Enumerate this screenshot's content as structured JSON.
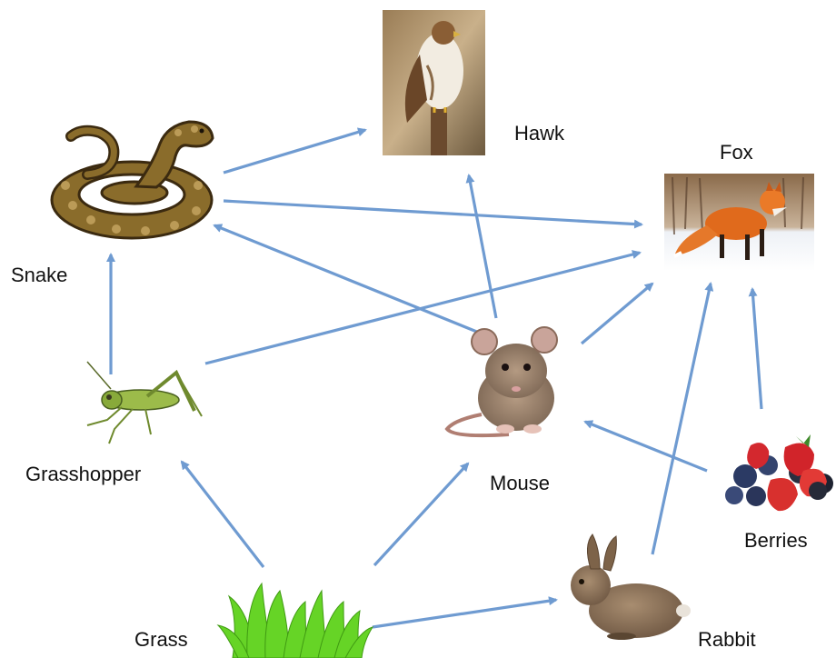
{
  "arrow_color": "#6f9bd1",
  "organisms": {
    "hawk": {
      "label": "Hawk",
      "icon": "hawk-icon"
    },
    "fox": {
      "label": "Fox",
      "icon": "fox-icon"
    },
    "snake": {
      "label": "Snake",
      "icon": "snake-icon"
    },
    "grasshopper": {
      "label": "Grasshopper",
      "icon": "grasshopper-icon"
    },
    "mouse": {
      "label": "Mouse",
      "icon": "mouse-icon"
    },
    "berries": {
      "label": "Berries",
      "icon": "berries-icon"
    },
    "grass": {
      "label": "Grass",
      "icon": "grass-icon"
    },
    "rabbit": {
      "label": "Rabbit",
      "icon": "rabbit-icon"
    }
  },
  "links": [
    {
      "from": "grass",
      "to": "grasshopper"
    },
    {
      "from": "grass",
      "to": "mouse"
    },
    {
      "from": "grass",
      "to": "rabbit"
    },
    {
      "from": "grasshopper",
      "to": "snake"
    },
    {
      "from": "grasshopper",
      "to": "fox"
    },
    {
      "from": "mouse",
      "to": "snake"
    },
    {
      "from": "mouse",
      "to": "hawk"
    },
    {
      "from": "mouse",
      "to": "fox"
    },
    {
      "from": "snake",
      "to": "hawk"
    },
    {
      "from": "snake",
      "to": "fox"
    },
    {
      "from": "berries",
      "to": "mouse"
    },
    {
      "from": "berries",
      "to": "fox"
    },
    {
      "from": "rabbit",
      "to": "fox"
    }
  ]
}
